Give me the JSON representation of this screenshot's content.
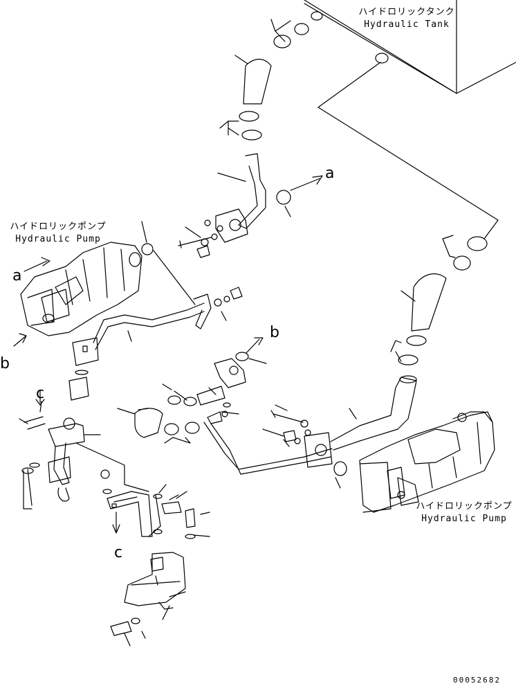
{
  "labels": {
    "tank_jp": "ハイドロリックタンク",
    "tank_en": "Hydraulic Tank",
    "pump_left_jp": "ハイドロリックポンプ",
    "pump_left_en": "Hydraulic Pump",
    "pump_right_jp": "ハイドロリックポンプ",
    "pump_right_en": "Hydraulic Pump"
  },
  "view_letters": {
    "a_ref": "a",
    "a_pump": "a",
    "b_ref": "b",
    "b_pump": "b",
    "c_left": "c",
    "c_bottom": "c"
  },
  "drawing_code": "00052682",
  "colors": {
    "line": "#000000",
    "background": "#ffffff"
  }
}
